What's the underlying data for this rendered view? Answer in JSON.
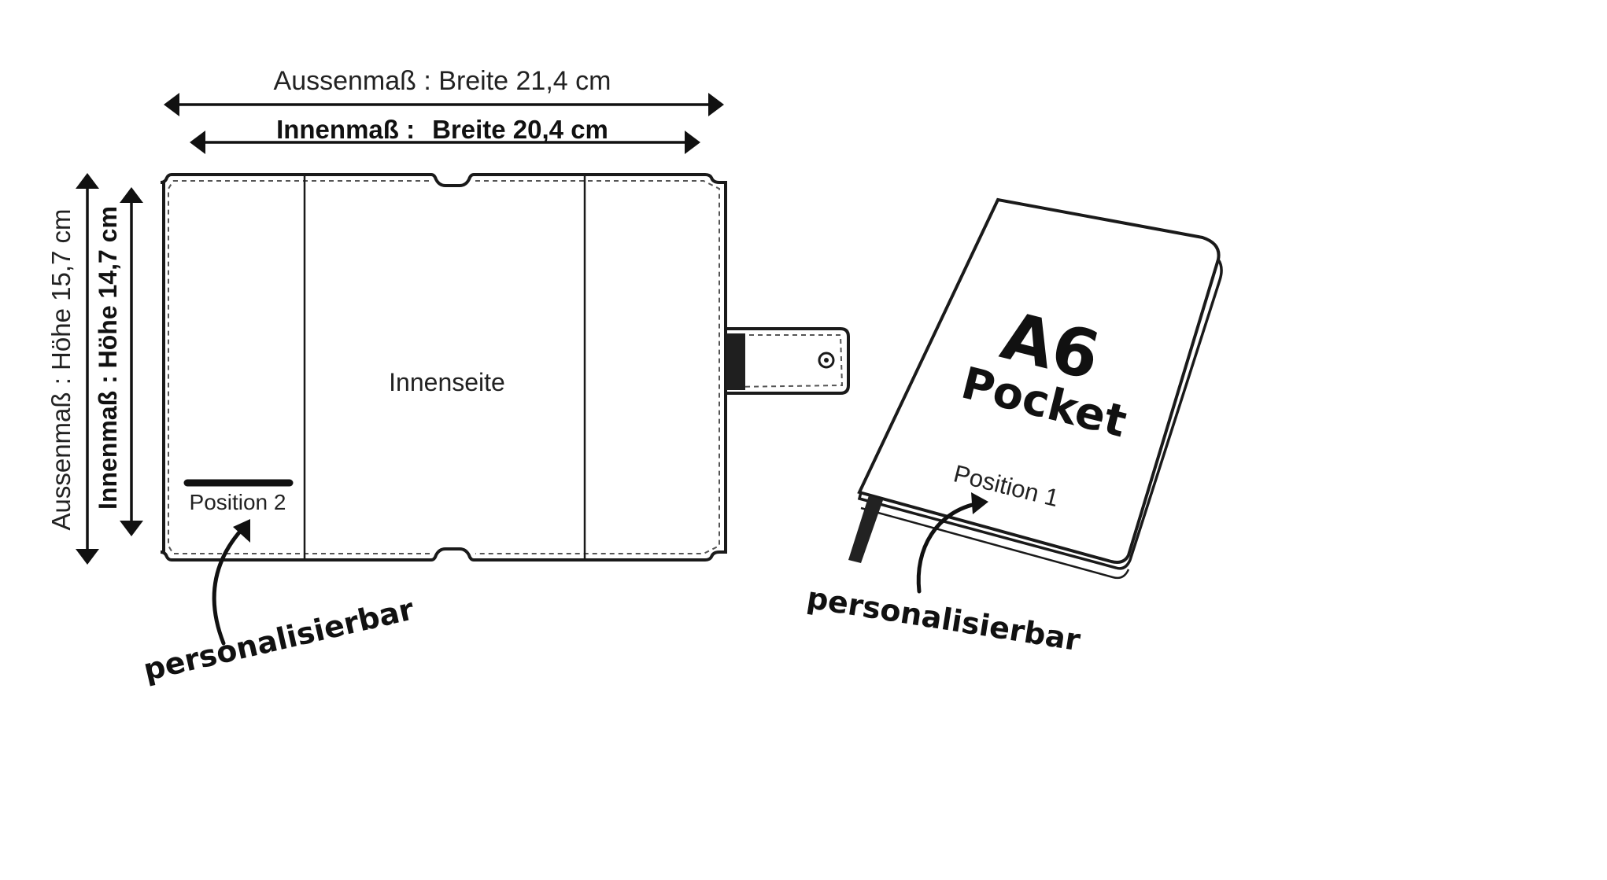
{
  "dimensions": {
    "outer_width_label": "Aussenmaß : Breite 21,4 cm",
    "inner_width_prefix": "Innenmaß :",
    "inner_width_value": "Breite 20,4 cm",
    "outer_height_label": "Aussenmaß : Höhe 15,7 cm",
    "inner_height_label": "Innenmaß : Höhe 14,7 cm"
  },
  "cover": {
    "inside_label": "Innenseite",
    "position_label": "Position 2",
    "personalize_label": "personalisierbar"
  },
  "notebook": {
    "format": "A6",
    "name": "Pocket",
    "position_label": "Position 1",
    "personalize_label": "personalisierbar"
  }
}
